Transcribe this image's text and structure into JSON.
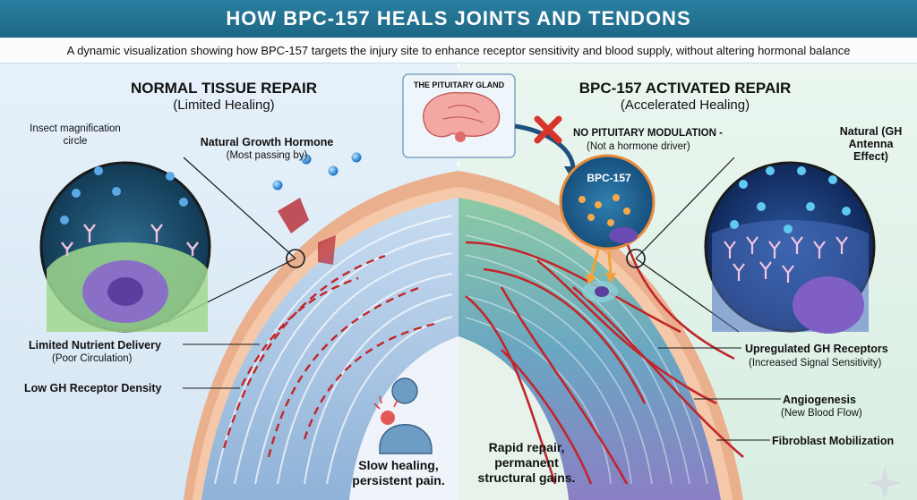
{
  "header": {
    "title": "HOW BPC-157 HEALS JOINTS AND TENDONS",
    "subtitle": "A dynamic visualization showing how BPC-157 targets the injury site to enhance receptor sensitivity and blood supply, without altering hormonal balance"
  },
  "left_panel": {
    "title": "NORMAL TISSUE REPAIR",
    "subtitle": "(Limited Healing)",
    "inset_label": "Insect magnification circle",
    "hormone_label": "Natural Growth Hormone",
    "hormone_sub": "(Most passing by)",
    "nutrient_label": "Limited Nutrient Delivery",
    "nutrient_sub": "(Poor Circulation)",
    "receptor_label": "Low GH Receptor Density",
    "outcome": "Slow healing, persistent pain."
  },
  "center": {
    "gland_title": "THE PITUITARY GLAND",
    "no_mod_label": "NO PITUITARY MODULATION -",
    "no_mod_sub": "(Not a hormone driver)",
    "bpc_label": "BPC-157"
  },
  "right_panel": {
    "title": "BPC-157 ACTIVATED REPAIR",
    "subtitle": "(Accelerated Healing)",
    "natural_label": "Natural (GH Antenna Effect)",
    "receptors_label": "Upregulated GH Receptors",
    "receptors_sub": "(Increased Signal Sensitivity)",
    "angio_label": "Angiogenesis",
    "angio_sub": "(New Blood Flow)",
    "fibro_label": "Fibroblast Mobilization",
    "outcome": "Rapid repair, permanent structural gains."
  },
  "colors": {
    "header": "#1d6685",
    "tendon_left": "#a9c6e6",
    "tendon_right": "#6fb58f",
    "blood": "#c0262b",
    "sheath": "#e9a07a",
    "cross": "#d9342b",
    "arrow": "#1f4f7a"
  }
}
